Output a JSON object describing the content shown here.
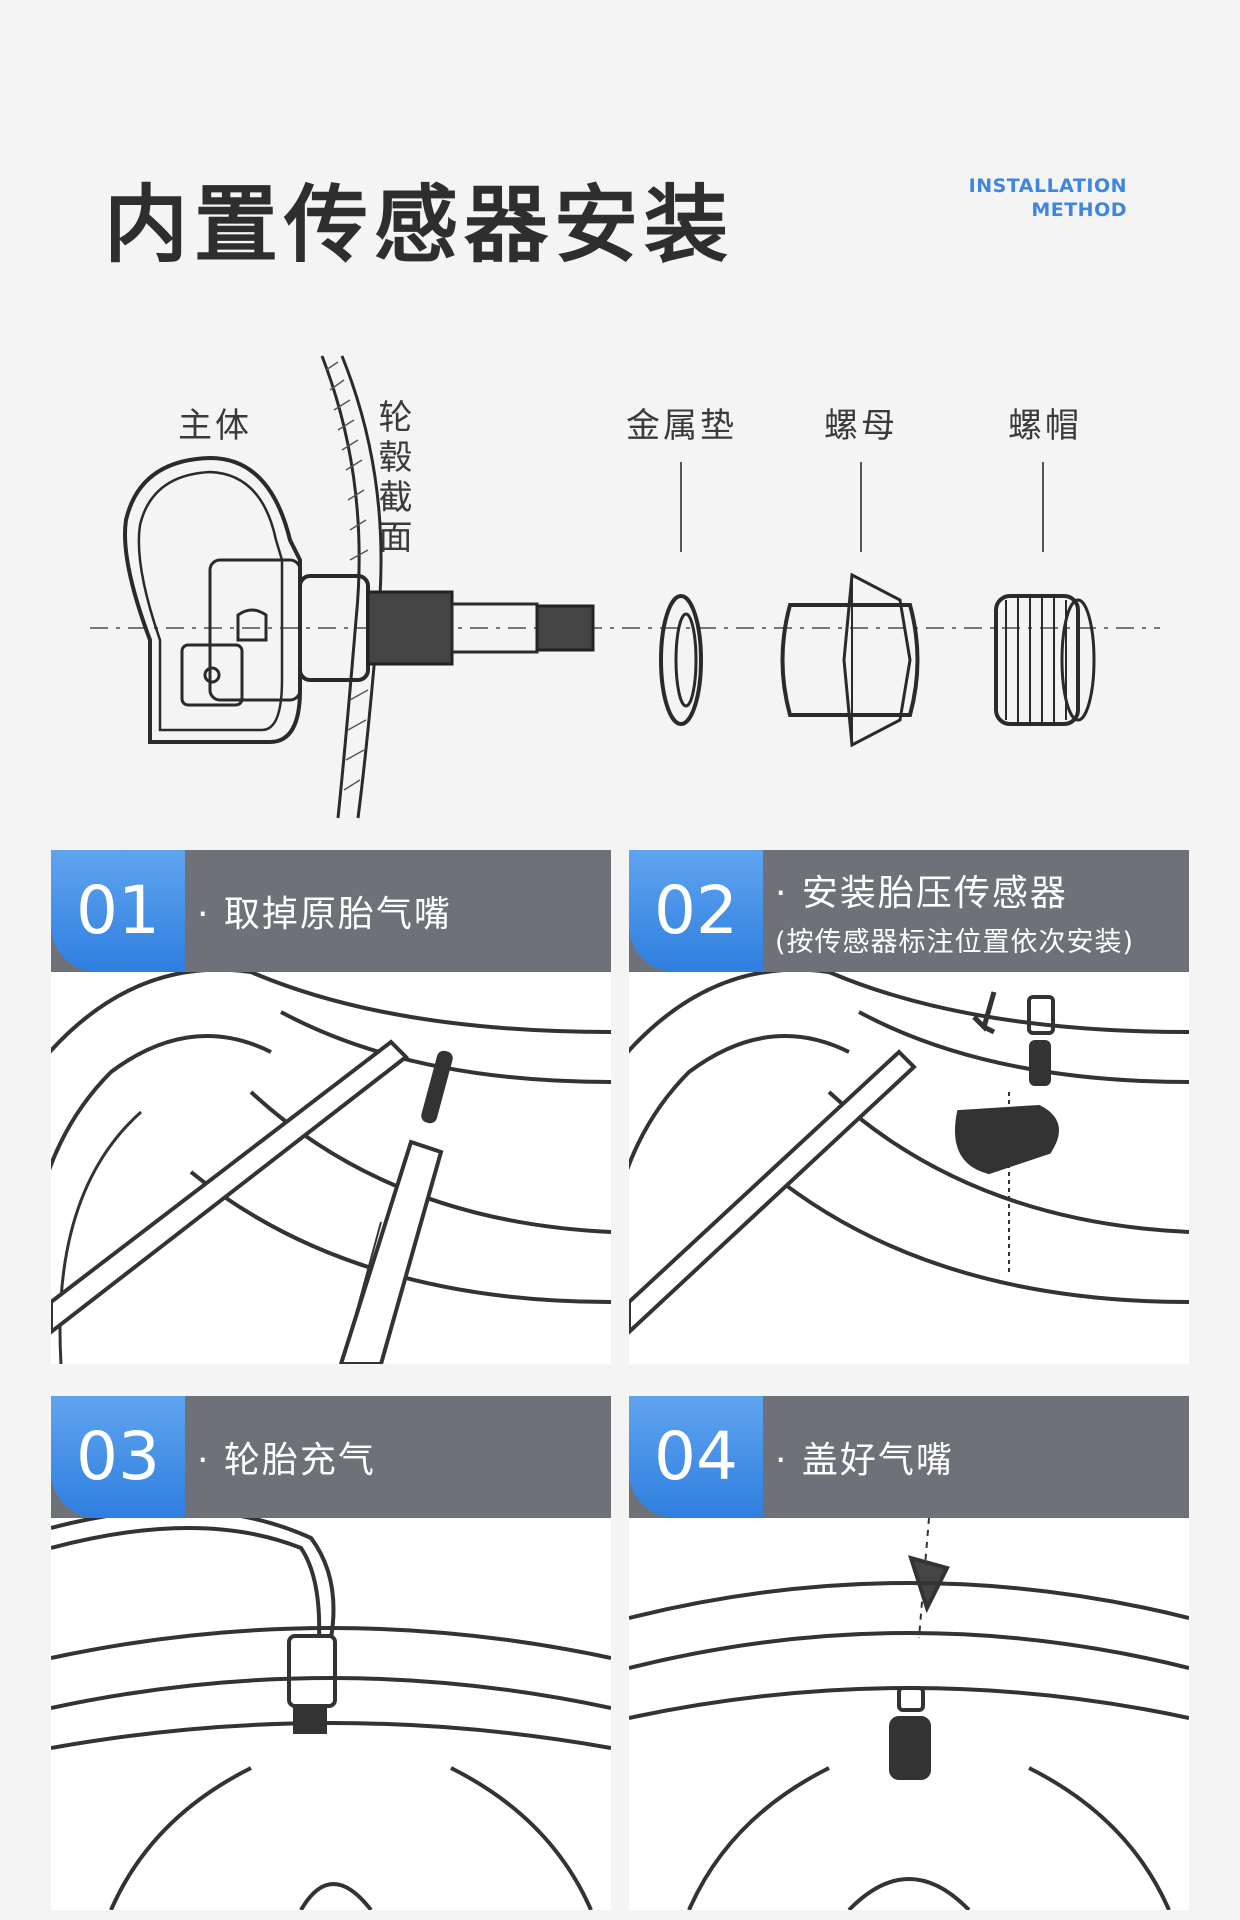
{
  "header": {
    "title": "内置传感器安装",
    "en_label_line1": "INSTALLATION",
    "en_label_line2": "METHOD"
  },
  "parts": {
    "body": "主体",
    "rim_section": "轮毂截面",
    "metal_washer": "金属垫",
    "nut": "螺母",
    "cap": "螺帽"
  },
  "steps": [
    {
      "number": "01",
      "title": "· 取掉原胎气嘴",
      "subtitle": ""
    },
    {
      "number": "02",
      "title": "· 安装胎压传感器",
      "subtitle": "(按传感器标注位置依次安装)"
    },
    {
      "number": "03",
      "title": "· 轮胎充气",
      "subtitle": ""
    },
    {
      "number": "04",
      "title": "· 盖好气嘴",
      "subtitle": ""
    }
  ],
  "colors": {
    "accent_blue": "#3a86e6",
    "header_gray": "#6e7178",
    "title_text": "#2e2e2e",
    "background": "#f4f4f4"
  }
}
